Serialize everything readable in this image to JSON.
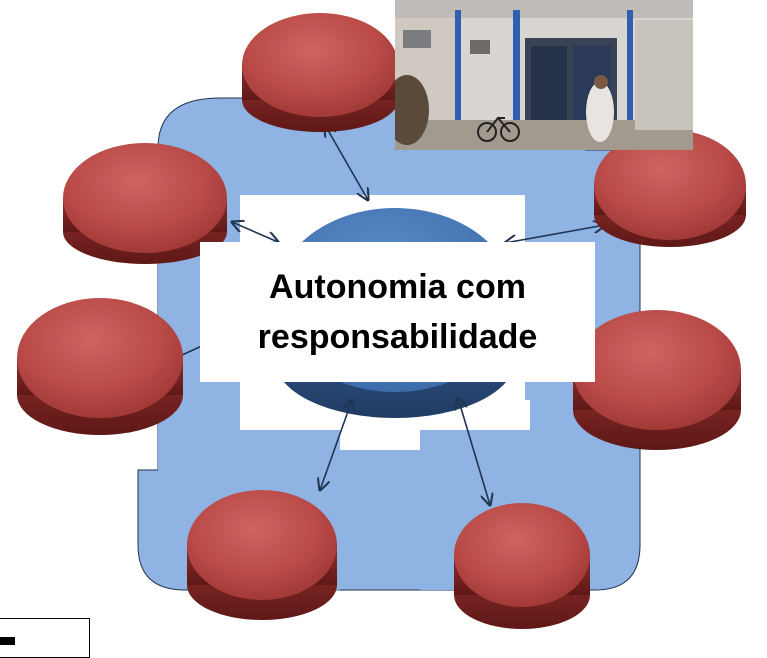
{
  "center_label": {
    "line1": "Autonomia com",
    "line2": "responsabilidade"
  },
  "colors": {
    "background_shape": "#8fb4e3",
    "center_disc": "#4a78b8",
    "satellite_disc": "#b94a48",
    "satellite_side": "#7a2422",
    "arrow": "#1f3552"
  },
  "satellites": [
    {
      "id": "top"
    },
    {
      "id": "upper-left"
    },
    {
      "id": "upper-right"
    },
    {
      "id": "middle-left"
    },
    {
      "id": "middle-right"
    },
    {
      "id": "bottom-left"
    },
    {
      "id": "bottom-right"
    }
  ],
  "photo": {
    "subject": "school-building-entrance"
  }
}
